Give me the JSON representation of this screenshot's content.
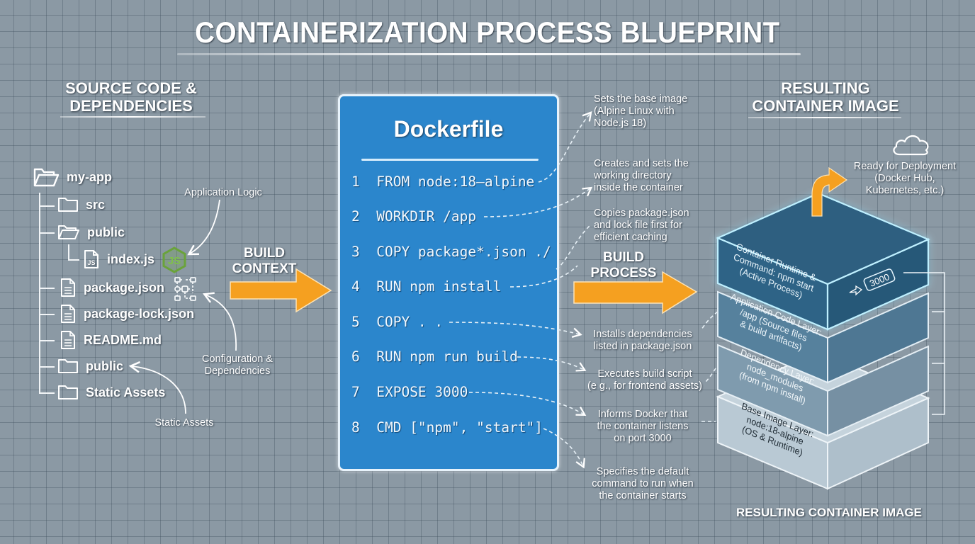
{
  "title": "CONTAINERIZATION PROCESS BLUEPRINT",
  "source_section": {
    "title_line1": "SOURCE CODE &",
    "title_line2": "DEPENDENCIES",
    "tree": [
      {
        "label": "my-app",
        "icon": "folder-open-icon",
        "level": 0
      },
      {
        "label": "src",
        "icon": "folder-icon",
        "level": 1
      },
      {
        "label": "public",
        "icon": "folder-open-icon",
        "level": 1
      },
      {
        "label": "index.js",
        "icon": "js-file-icon",
        "level": 2
      },
      {
        "label": "package.json",
        "icon": "file-icon",
        "level": 1
      },
      {
        "label": "package-lock.json",
        "icon": "file-icon",
        "level": 1
      },
      {
        "label": "README.md",
        "icon": "file-icon",
        "level": 1
      },
      {
        "label": "public",
        "icon": "folder-icon",
        "level": 1
      },
      {
        "label": "Static Assets",
        "icon": "folder-icon",
        "level": 1
      }
    ],
    "callouts": {
      "app_logic": "Application Logic",
      "config_line1": "Configuration &",
      "config_line2": "Dependencies",
      "static_assets": "Static Assets"
    },
    "nodejs_icon_text": "JS"
  },
  "build_context": {
    "line1": "BUILD",
    "line2": "CONTEXT"
  },
  "dockerfile": {
    "title": "Dockerfile",
    "lines": [
      {
        "num": "1",
        "code": "FROM node:18–alpine"
      },
      {
        "num": "2",
        "code": "WORKDIR /app"
      },
      {
        "num": "3",
        "code": "COPY package*.json ./"
      },
      {
        "num": "4",
        "code": "RUN npm install"
      },
      {
        "num": "5",
        "code": "COPY . ."
      },
      {
        "num": "6",
        "code": "RUN npm run build"
      },
      {
        "num": "7",
        "code": "EXPOSE 3000"
      },
      {
        "num": "8",
        "code": "CMD [\"npm\", \"start\"]"
      }
    ]
  },
  "annotations": [
    {
      "lines": [
        "Sets the base image",
        "(Alpine Linux with",
        "Node.js 18)"
      ]
    },
    {
      "lines": [
        "Creates and sets the",
        "working directory",
        "inside the container"
      ]
    },
    {
      "lines": [
        "Copies package.json",
        "and lock file first for",
        "efficient caching"
      ]
    },
    {
      "lines": [
        "Installs dependencies",
        "listed in package.json"
      ]
    },
    {
      "lines": [
        "Executes build script",
        "(e g., for frontend assets)"
      ]
    },
    {
      "lines": [
        "Informs Docker that",
        "the container listens",
        "on port 3000"
      ]
    },
    {
      "lines": [
        "Specifies the default",
        "command to run when",
        "the container starts"
      ]
    }
  ],
  "build_process": {
    "line1": "BUILD",
    "line2": "PROCESS"
  },
  "result_section": {
    "title_line1": "RESULTING",
    "title_line2": "CONTAINER IMAGE",
    "deploy_line1": "Ready for Deployment",
    "deploy_line2": "(Docker Hub,",
    "deploy_line3": "Kubernetes, etc.)",
    "layers": [
      {
        "name": "runtime",
        "lines": [
          "Container Runtime &",
          "Command: npm start",
          "(Active Process)"
        ]
      },
      {
        "name": "app-code",
        "lines": [
          "Application Code Layer:",
          "/app (Source files",
          "& build artifacts)"
        ]
      },
      {
        "name": "dependency",
        "lines": [
          "Dependency Layer:",
          "node_modules",
          "(from npm install)"
        ]
      },
      {
        "name": "base",
        "lines": [
          "Base Image Layer:",
          "node:18-alpine",
          "(OS & Runtime)"
        ]
      }
    ],
    "port_badge": "3000",
    "footer": "RESULTING CONTAINER IMAGE"
  },
  "colors": {
    "background": "#8b99a4",
    "dockerfile_blue": "#2b86cc",
    "arrow_orange": "#f5a020",
    "nodejs_green": "#6aa33a",
    "layer_top": "#2f5f80",
    "layer_base": "#b9c9d4"
  }
}
